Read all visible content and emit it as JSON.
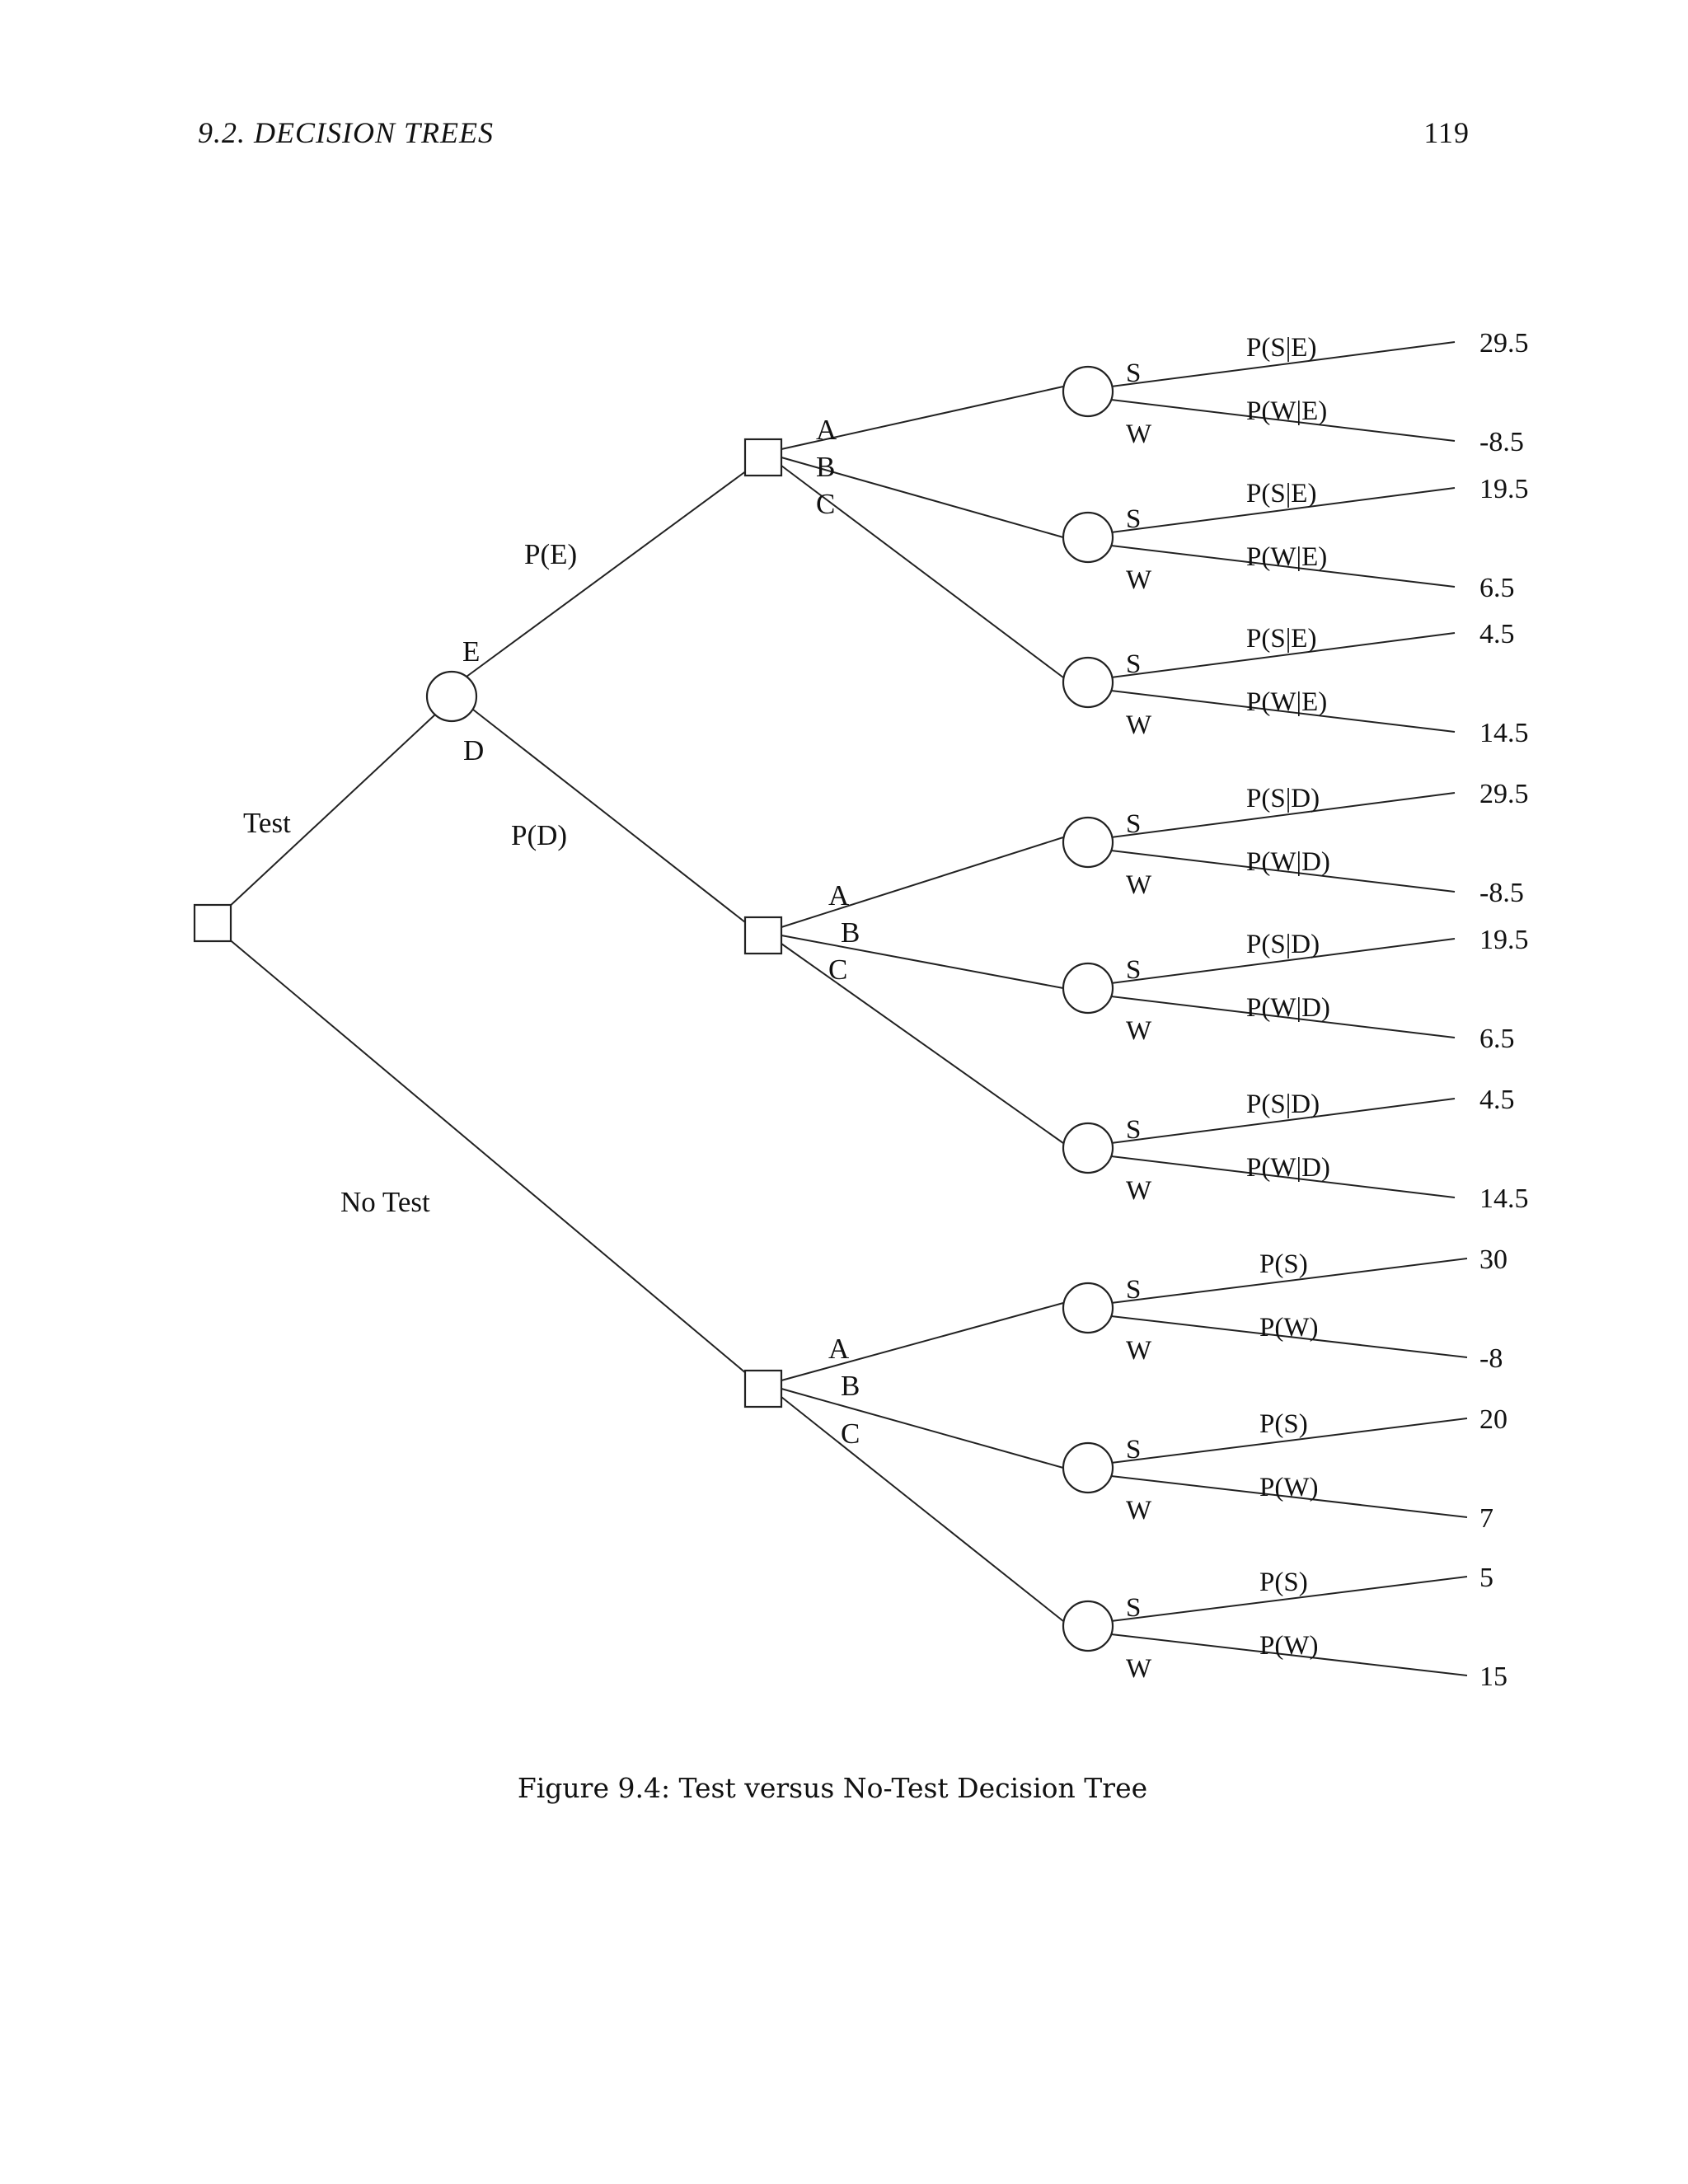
{
  "header": {
    "section": "9.2.  DECISION TREES",
    "page": "119"
  },
  "figure": {
    "caption": "Figure 9.4: Test versus No-Test Decision Tree",
    "root": {
      "branches": [
        {
          "label": "Test",
          "chance": {
            "branches": [
              {
                "top_label": "E",
                "prob": "P(E)",
                "decision": {
                  "actions": [
                    {
                      "label": "A",
                      "s": "S",
                      "w": "W",
                      "ps": "P(S|E)",
                      "pw": "P(W|E)",
                      "vs": "29.5",
                      "vw": "-8.5"
                    },
                    {
                      "label": "B",
                      "s": "S",
                      "w": "W",
                      "ps": "P(S|E)",
                      "pw": "P(W|E)",
                      "vs": "19.5",
                      "vw": "6.5"
                    },
                    {
                      "label": "C",
                      "s": "S",
                      "w": "W",
                      "ps": "P(S|E)",
                      "pw": "P(W|E)",
                      "vs": "4.5",
                      "vw": "14.5"
                    }
                  ]
                }
              },
              {
                "top_label": "D",
                "prob": "P(D)",
                "decision": {
                  "actions": [
                    {
                      "label": "A",
                      "s": "S",
                      "w": "W",
                      "ps": "P(S|D)",
                      "pw": "P(W|D)",
                      "vs": "29.5",
                      "vw": "-8.5"
                    },
                    {
                      "label": "B",
                      "s": "S",
                      "w": "W",
                      "ps": "P(S|D)",
                      "pw": "P(W|D)",
                      "vs": "19.5",
                      "vw": "6.5"
                    },
                    {
                      "label": "C",
                      "s": "S",
                      "w": "W",
                      "ps": "P(S|D)",
                      "pw": "P(W|D)",
                      "vs": "4.5",
                      "vw": "14.5"
                    }
                  ]
                }
              }
            ]
          }
        },
        {
          "label": "No Test",
          "decision": {
            "actions": [
              {
                "label": "A",
                "s": "S",
                "w": "W",
                "ps": "P(S)",
                "pw": "P(W)",
                "vs": "30",
                "vw": "-8"
              },
              {
                "label": "B",
                "s": "S",
                "w": "W",
                "ps": "P(S)",
                "pw": "P(W)",
                "vs": "20",
                "vw": "7"
              },
              {
                "label": "C",
                "s": "S",
                "w": "W",
                "ps": "P(S)",
                "pw": "P(W)",
                "vs": "5",
                "vw": "15"
              }
            ]
          }
        }
      ]
    }
  }
}
